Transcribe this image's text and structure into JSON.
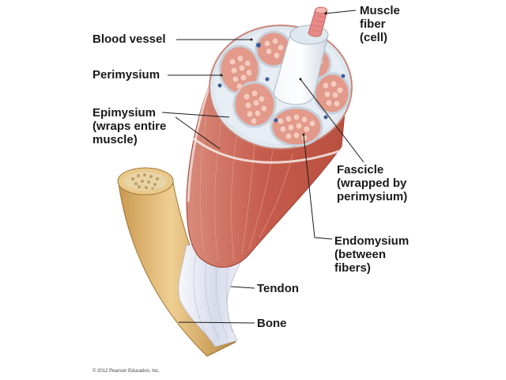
{
  "labels": {
    "muscle_fiber": [
      "Muscle",
      "fiber",
      "(cell)"
    ],
    "blood_vessel": "Blood vessel",
    "perimysium": "Perimysium",
    "epimysium": [
      "Epimysium",
      "(wraps entire",
      "muscle)"
    ],
    "fascicle": [
      "Fascicle",
      "(wrapped by",
      "perimysium)"
    ],
    "endomysium": [
      "Endomysium",
      "(between",
      "fibers)"
    ],
    "tendon": "Tendon",
    "bone": "Bone"
  },
  "copyright": "© 2012 Pearson Education, Inc.",
  "colors": {
    "muscle": "#c9604f",
    "muscle_dark": "#a8473a",
    "fascicle_fill": "#e8a092",
    "fiber": "#f4c6b6",
    "connective": "#e7edf3",
    "tendon": "#e4e8f2",
    "bone": "#e0b97a",
    "bone_dark": "#b88a46",
    "vessel": "#3b5d9a"
  }
}
